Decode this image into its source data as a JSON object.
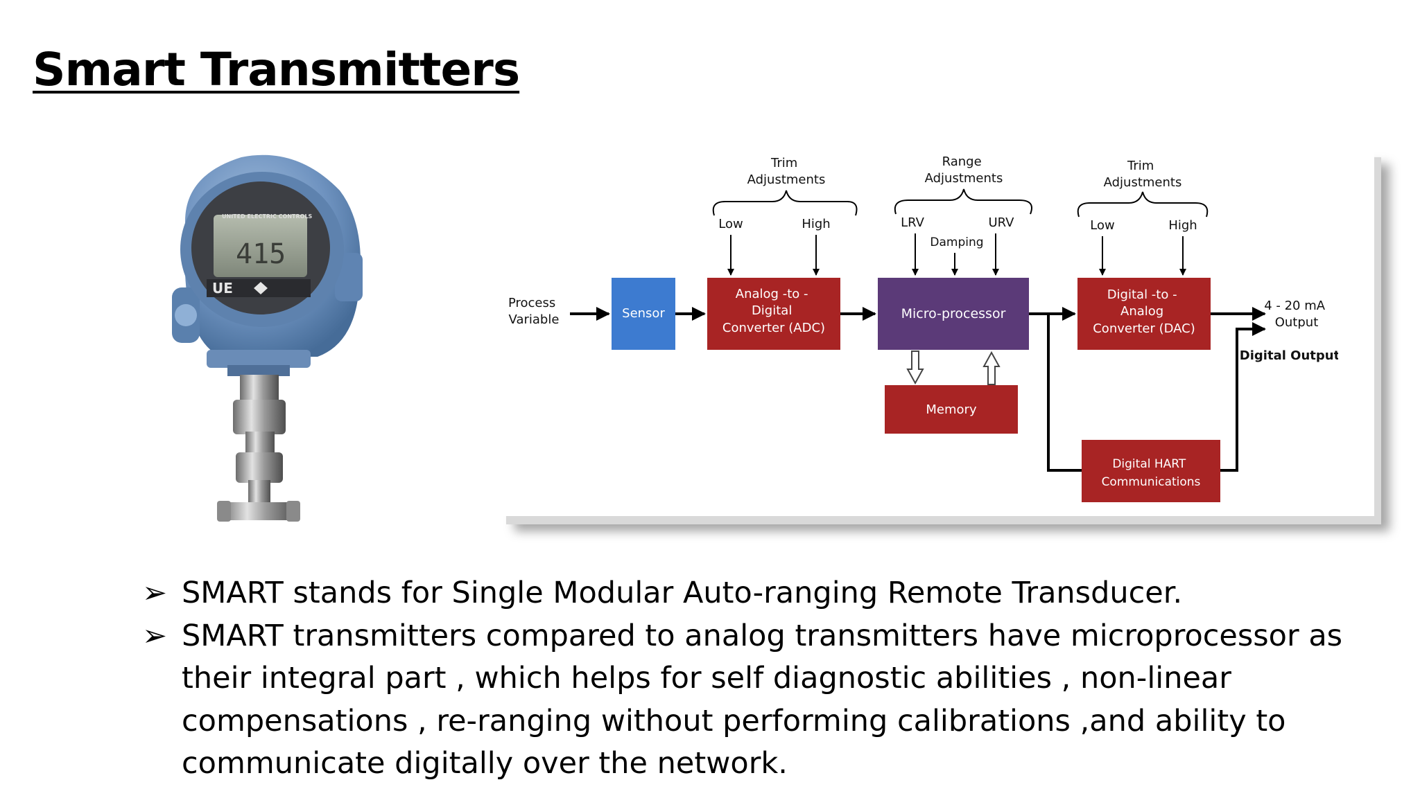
{
  "title": "Smart Transmitters",
  "device": {
    "brand": "UNITED ELECTRIC CONTROLS",
    "display_value": "415",
    "logo": "UE"
  },
  "diagram": {
    "process_variable": [
      "Process",
      "Variable"
    ],
    "sensor": "Sensor",
    "adc": [
      "Analog -to -",
      "Digital",
      "Converter (ADC)"
    ],
    "microprocessor": "Micro-processor",
    "dac": [
      "Digital -to -",
      "Analog",
      "Converter (DAC)"
    ],
    "memory": "Memory",
    "hart": [
      "Digital HART",
      "Communications"
    ],
    "trim_left": [
      "Trim",
      "Adjustments"
    ],
    "range": [
      "Range",
      "Adjustments"
    ],
    "trim_right": [
      "Trim",
      "Adjustments"
    ],
    "low": "Low",
    "high": "High",
    "lrv": "LRV",
    "urv": "URV",
    "damping": "Damping",
    "output": [
      "4 - 20 mA",
      "Output"
    ],
    "digital_output": "Digital Output",
    "colors": {
      "sensor": "#3d7bd0",
      "red": "#a82424",
      "micro": "#5b3a78"
    }
  },
  "bullets": [
    {
      "marker": "➢",
      "text": "SMART stands for Single Modular Auto-ranging Remote Transducer."
    },
    {
      "marker": "➢",
      "text": "SMART transmitters compared to analog transmitters have microprocessor as their integral part , which helps for self diagnostic abilities , non-linear compensations , re-ranging without performing calibrations ,and ability to communicate digitally over the network."
    }
  ]
}
